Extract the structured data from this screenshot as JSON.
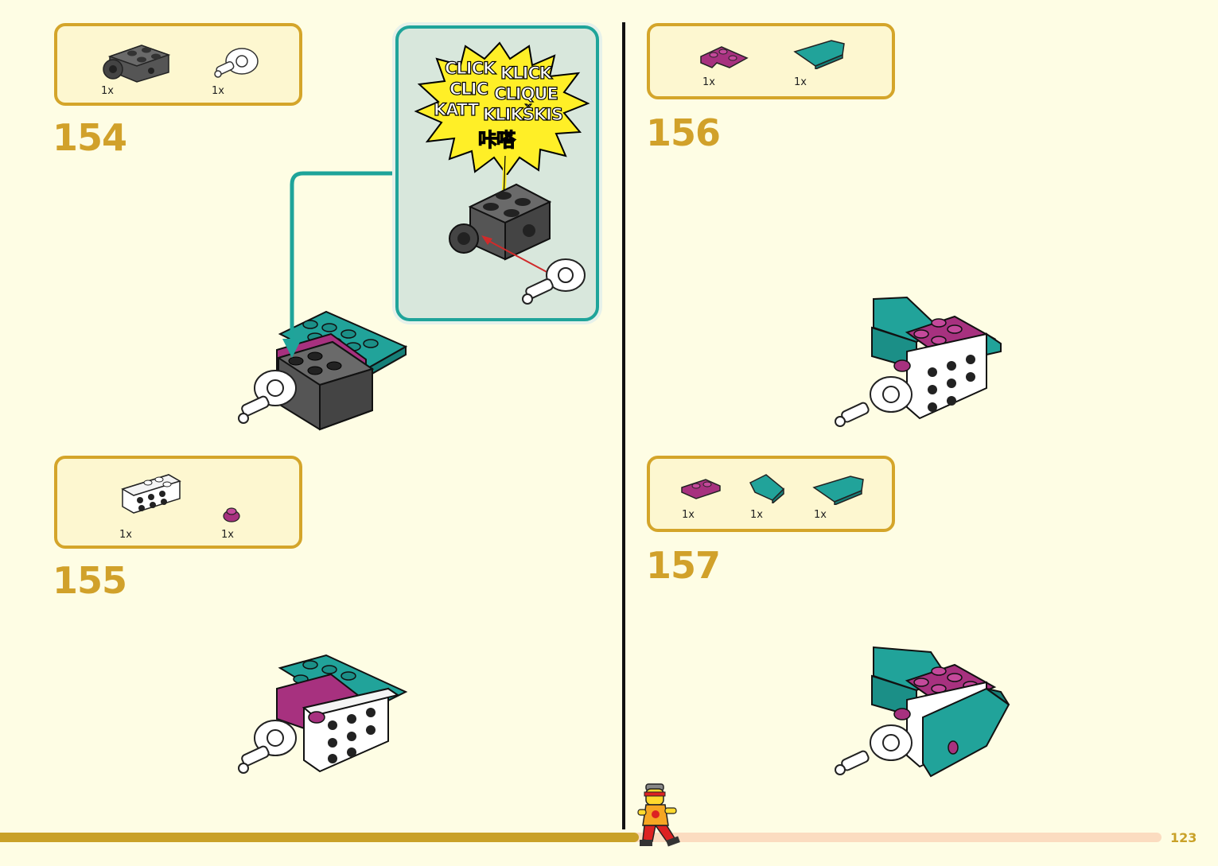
{
  "page": {
    "number": "123"
  },
  "steps": [
    {
      "id": "154",
      "parts": [
        {
          "qty": "1x",
          "icon": "dark-gray-technic-brick-icon"
        },
        {
          "qty": "1x",
          "icon": "white-ball-joint-icon"
        }
      ]
    },
    {
      "id": "155",
      "parts": [
        {
          "qty": "1x",
          "icon": "white-bracket-plate-icon"
        },
        {
          "qty": "1x",
          "icon": "magenta-round-plate-icon"
        }
      ]
    },
    {
      "id": "156",
      "parts": [
        {
          "qty": "1x",
          "icon": "magenta-corner-plate-icon"
        },
        {
          "qty": "1x",
          "icon": "teal-wedge-plate-icon"
        }
      ]
    },
    {
      "id": "157",
      "parts": [
        {
          "qty": "1x",
          "icon": "magenta-plate-icon"
        },
        {
          "qty": "1x",
          "icon": "teal-slope-icon"
        },
        {
          "qty": "1x",
          "icon": "teal-wedge-plate-icon"
        }
      ]
    }
  ],
  "callout": {
    "sound_words": [
      "CLICK",
      "KLICK",
      "CLIC",
      "CLIQUE",
      "KATT",
      "KLIKŠKIS",
      "咔嗒"
    ]
  },
  "progress": {
    "fraction": 0.55
  },
  "colors": {
    "accent_gold": "#d4a52a",
    "teal": "#1fa49a",
    "magenta": "#a7317f",
    "background": "#fefde4"
  }
}
